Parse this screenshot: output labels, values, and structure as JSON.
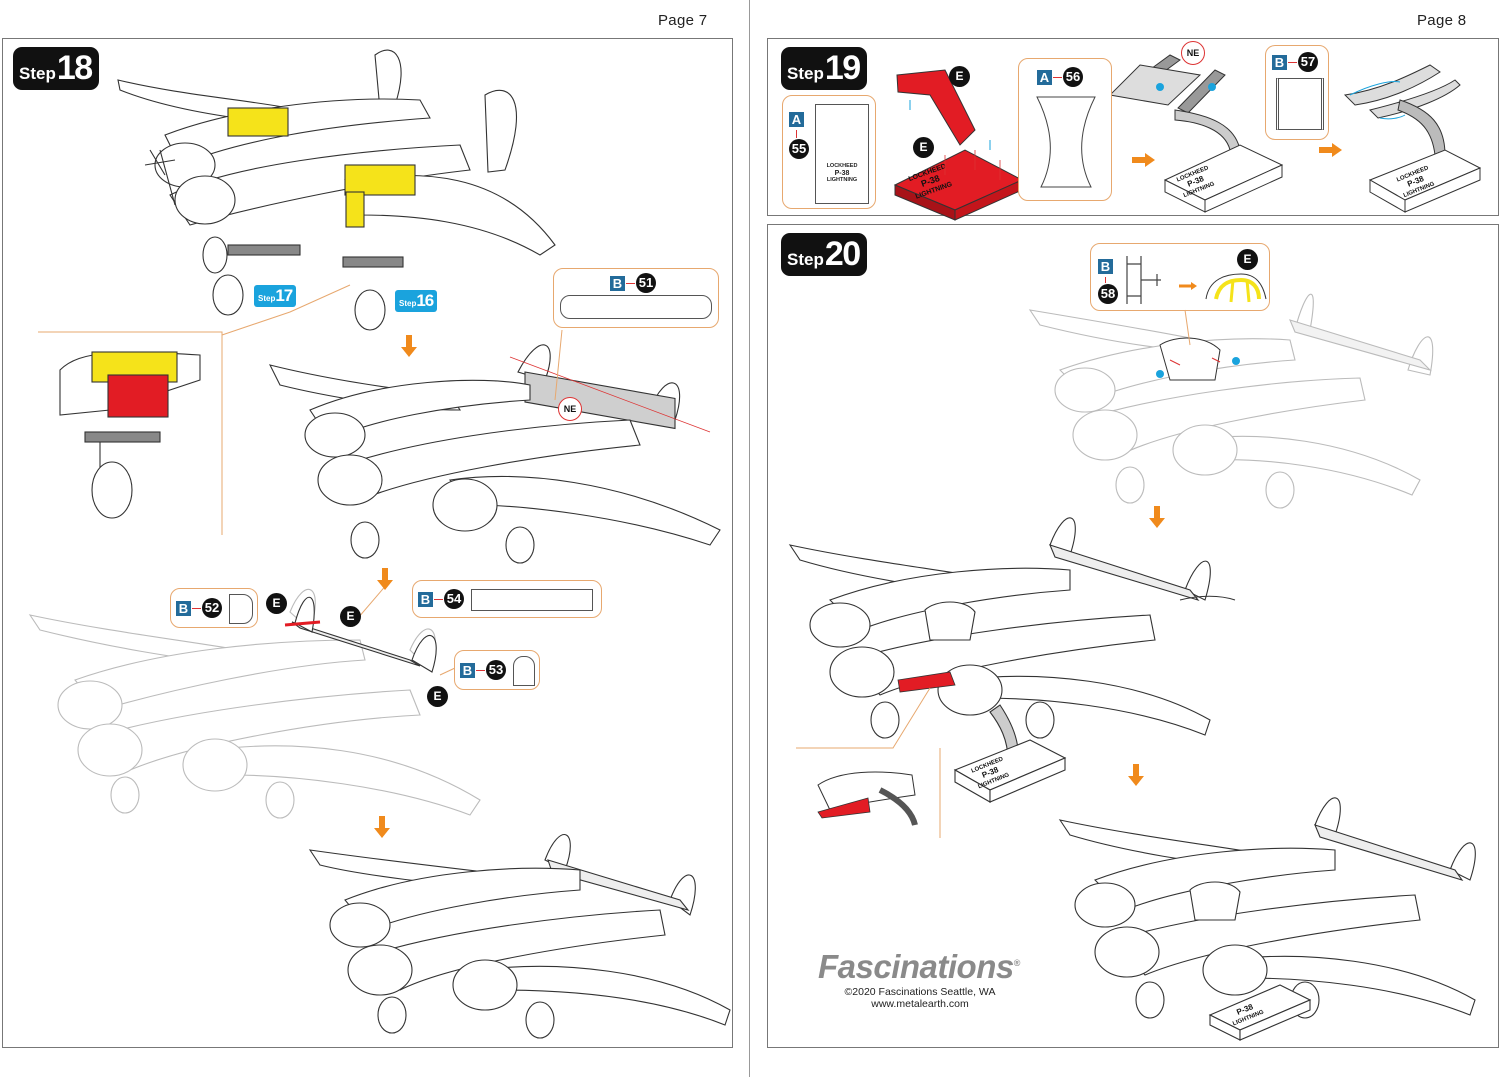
{
  "pages": {
    "left": {
      "label": "Page 7"
    },
    "right": {
      "label": "Page 8"
    }
  },
  "steps": {
    "s18": {
      "word": "Step",
      "number": "18"
    },
    "s19": {
      "word": "Step",
      "number": "19"
    },
    "s20": {
      "word": "Step",
      "number": "20"
    }
  },
  "step_refs": {
    "r17": {
      "word": "Step",
      "number": "17"
    },
    "r16": {
      "word": "Step",
      "number": "16"
    }
  },
  "parts": {
    "p51": {
      "sheet": "B",
      "number": "51"
    },
    "p52": {
      "sheet": "B",
      "number": "52"
    },
    "p53": {
      "sheet": "B",
      "number": "53"
    },
    "p54": {
      "sheet": "B",
      "number": "54"
    },
    "p55": {
      "sheet": "A",
      "number": "55"
    },
    "p56": {
      "sheet": "A",
      "number": "56"
    },
    "p57": {
      "sheet": "B",
      "number": "57"
    },
    "p58": {
      "sheet": "B",
      "number": "58"
    }
  },
  "markers": {
    "tab_end": "E",
    "no_extend": "NE"
  },
  "stand_plate": {
    "line1": "LOCKHEED",
    "line2": "P-38",
    "line3": "LIGHTNING"
  },
  "brand": {
    "logo": "Fascinations",
    "copyright": "©2020 Fascinations Seattle, WA",
    "url": "www.metalearth.com"
  },
  "colors": {
    "accent_orange": "#f08a1c",
    "highlight_yellow": "#f5e31a",
    "highlight_red": "#e21c24",
    "sheet_blue": "#236b9a",
    "step_ref_blue": "#1aa3dd"
  }
}
